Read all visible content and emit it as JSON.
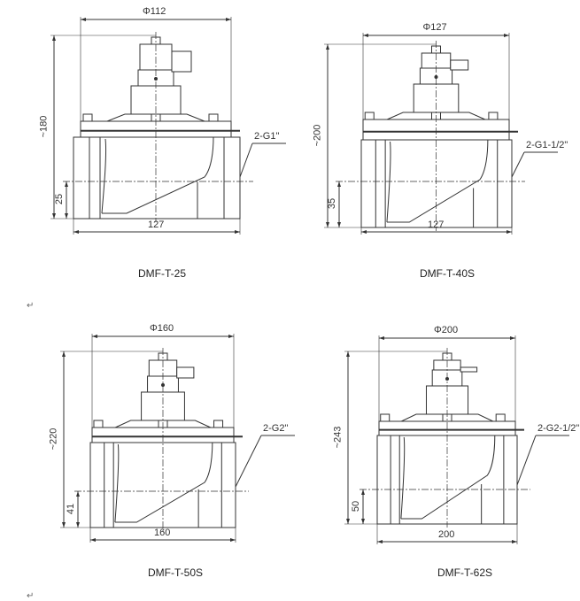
{
  "drawings": [
    {
      "model": "DMF-T-25",
      "diameter": "Φ112",
      "height": "~180",
      "inlet_height": "25",
      "width": "127",
      "port": "2-G1\""
    },
    {
      "model": "DMF-T-40S",
      "diameter": "Φ127",
      "height": "~200",
      "inlet_height": "35",
      "width": "127",
      "port": "2-G1-1/2\""
    },
    {
      "model": "DMF-T-50S",
      "diameter": "Φ160",
      "height": "~220",
      "inlet_height": "41",
      "width": "160",
      "port": "2-G2\""
    },
    {
      "model": "DMF-T-62S",
      "diameter": "Φ200",
      "height": "~243",
      "inlet_height": "50",
      "width": "200",
      "port": "2-G2-1/2\""
    }
  ],
  "paragraph_marks": [
    "↵",
    "↵"
  ]
}
